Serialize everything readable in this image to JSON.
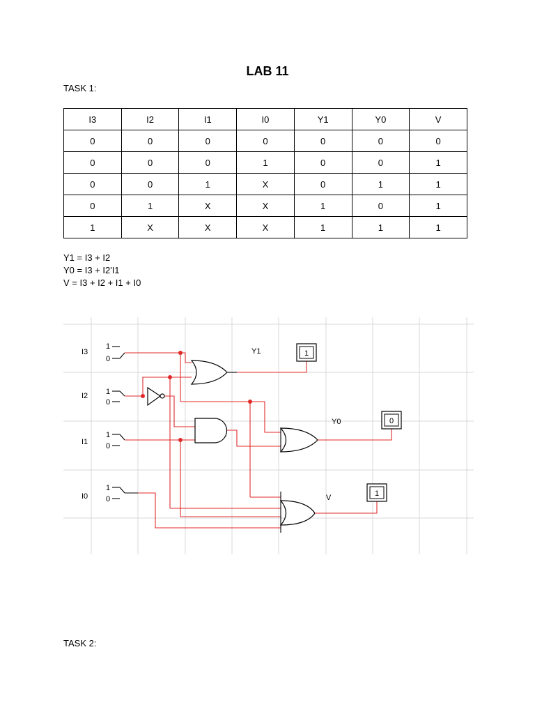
{
  "title": "LAB 11",
  "task1_label": "TASK 1:",
  "task2_label": "TASK 2:",
  "truth_table": {
    "headers": [
      "I3",
      "I2",
      "I1",
      "I0",
      "Y1",
      "Y0",
      "V"
    ],
    "rows": [
      [
        "0",
        "0",
        "0",
        "0",
        "0",
        "0",
        "0"
      ],
      [
        "0",
        "0",
        "0",
        "1",
        "0",
        "0",
        "1"
      ],
      [
        "0",
        "0",
        "1",
        "X",
        "0",
        "1",
        "1"
      ],
      [
        "0",
        "1",
        "X",
        "X",
        "1",
        "0",
        "1"
      ],
      [
        "1",
        "X",
        "X",
        "X",
        "1",
        "1",
        "1"
      ]
    ]
  },
  "equations": [
    "Y1 = I3 + I2",
    "Y0 = I3 + I2'I1",
    "V = I3 + I2 + I1 + I0"
  ],
  "circuit": {
    "inputs": [
      {
        "name": "I3",
        "high": "1",
        "low": "0"
      },
      {
        "name": "I2",
        "high": "1",
        "low": "0"
      },
      {
        "name": "I1",
        "high": "1",
        "low": "0"
      },
      {
        "name": "I0",
        "high": "1",
        "low": "0"
      }
    ],
    "outputs": [
      {
        "name": "Y1",
        "value": "1"
      },
      {
        "name": "Y0",
        "value": "0"
      },
      {
        "name": "V",
        "value": "1"
      }
    ],
    "colors": {
      "active_wire": "#e02a2a",
      "grid": "#d9d9d9",
      "gate": "#000000",
      "output_value": "#1a2b6b"
    }
  }
}
